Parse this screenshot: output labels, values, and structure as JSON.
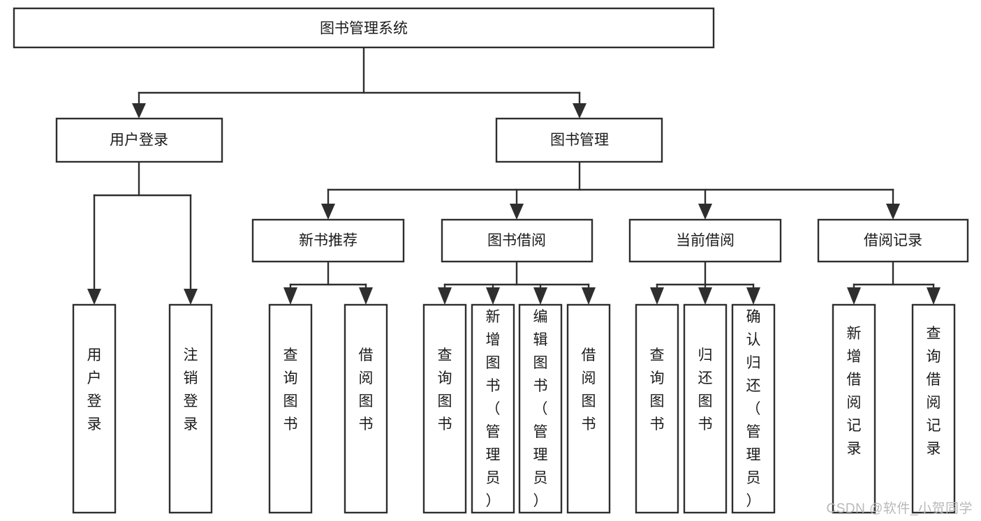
{
  "diagram": {
    "type": "tree",
    "orientation": "top-down",
    "background_color": "#ffffff",
    "box_stroke_color": "#2e2e2e",
    "box_fill_color": "#ffffff",
    "text_color": "#1b1b1b",
    "root": {
      "id": "root",
      "label": "图书管理系统"
    },
    "level2": [
      {
        "id": "user-login",
        "label": "用户登录"
      },
      {
        "id": "book-management",
        "label": "图书管理"
      }
    ],
    "level3": [
      {
        "id": "new-book-recommend",
        "label": "新书推荐",
        "parent": "book-management"
      },
      {
        "id": "book-borrow",
        "label": "图书借阅",
        "parent": "book-management"
      },
      {
        "id": "current-borrow",
        "label": "当前借阅",
        "parent": "book-management"
      },
      {
        "id": "borrow-record",
        "label": "借阅记录",
        "parent": "book-management"
      }
    ],
    "leaves": {
      "user-login": [
        {
          "id": "leaf-user-login",
          "label": "用户登录"
        },
        {
          "id": "leaf-logout-login",
          "label": "注销登录"
        }
      ],
      "new-book-recommend": [
        {
          "id": "leaf-query-book-1",
          "label": "查询图书"
        },
        {
          "id": "leaf-borrow-book-1",
          "label": "借阅图书"
        }
      ],
      "book-borrow": [
        {
          "id": "leaf-query-book-2",
          "label": "查询图书"
        },
        {
          "id": "leaf-add-book",
          "label": "新增图书（管理员）"
        },
        {
          "id": "leaf-edit-book",
          "label": "编辑图书（管理员）"
        },
        {
          "id": "leaf-borrow-book-2",
          "label": "借阅图书"
        }
      ],
      "current-borrow": [
        {
          "id": "leaf-query-book-3",
          "label": "查询图书"
        },
        {
          "id": "leaf-return-book",
          "label": "归还图书"
        },
        {
          "id": "leaf-confirm-return",
          "label": "确认归还（管理员）"
        }
      ],
      "borrow-record": [
        {
          "id": "leaf-add-record",
          "label": "新增借阅记录"
        },
        {
          "id": "leaf-query-record",
          "label": "查询借阅记录"
        }
      ]
    }
  },
  "watermark": {
    "label": "CSDN @软件_小贺同学",
    "color": "#b9b9b9"
  }
}
